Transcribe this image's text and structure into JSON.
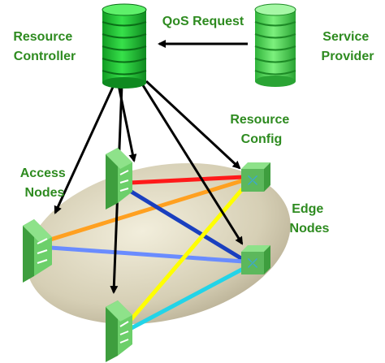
{
  "labels": {
    "resource_controller": [
      "Resource",
      "Controller"
    ],
    "qos_request": "QoS Request",
    "service_provider": [
      "Service",
      "Provider"
    ],
    "resource_config": [
      "Resource",
      "Config"
    ],
    "access_nodes": [
      "Access",
      "Nodes"
    ],
    "edge_nodes": [
      "Edge",
      "Nodes"
    ]
  },
  "colors": {
    "label_green": "#2e8b20",
    "database_green": "#22c93a",
    "service_db_green": "#4fe05a",
    "node_green": "#5cb85c",
    "cloud_fill": "#d6cfb5",
    "link_red": "#ff1a1a",
    "link_orange": "#ffa020",
    "link_blue_dark": "#1a3fbf",
    "link_blue_light": "#6a8cff",
    "link_yellow": "#ffff00",
    "link_cyan": "#22d4e8",
    "arrow": "#000000"
  },
  "icons": [
    "database-icon",
    "access-node-icon",
    "edge-node-icon",
    "network-cloud"
  ]
}
